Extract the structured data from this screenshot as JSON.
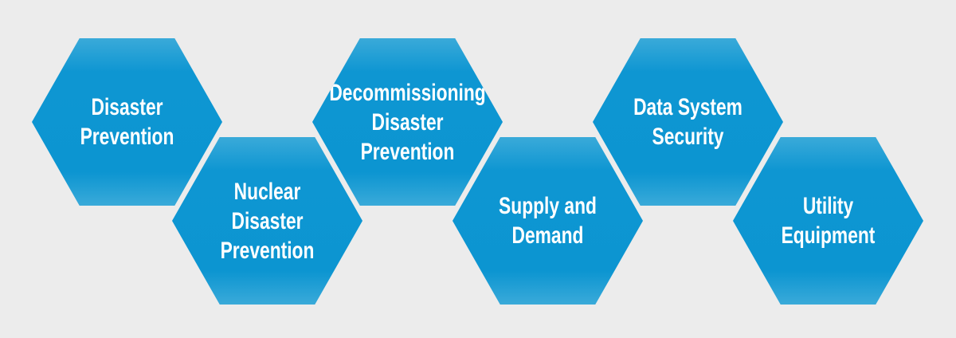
{
  "diagram": {
    "title": "Hexagon topics diagram",
    "background_color": "#ececec",
    "hexagon_fill_center": "#0d95d1",
    "hexagon_fill_edge": "#3aaad9",
    "text_color": "#ffffff"
  },
  "hexagons": [
    {
      "id": "disaster-prevention",
      "row": "top",
      "lines": [
        "Disaster",
        "Prevention"
      ]
    },
    {
      "id": "nuclear-disaster-prevention",
      "row": "bottom",
      "lines": [
        "Nuclear",
        "Disaster",
        "Prevention"
      ]
    },
    {
      "id": "decommissioning-disaster-prevention",
      "row": "top",
      "lines": [
        "Decommissioning",
        "Disaster",
        "Prevention"
      ]
    },
    {
      "id": "supply-and-demand",
      "row": "bottom",
      "lines": [
        "Supply and",
        "Demand"
      ]
    },
    {
      "id": "data-system-security",
      "row": "top",
      "lines": [
        "Data System",
        "Security"
      ]
    },
    {
      "id": "utility-equipment",
      "row": "bottom",
      "lines": [
        "Utility",
        "Equipment"
      ]
    }
  ]
}
